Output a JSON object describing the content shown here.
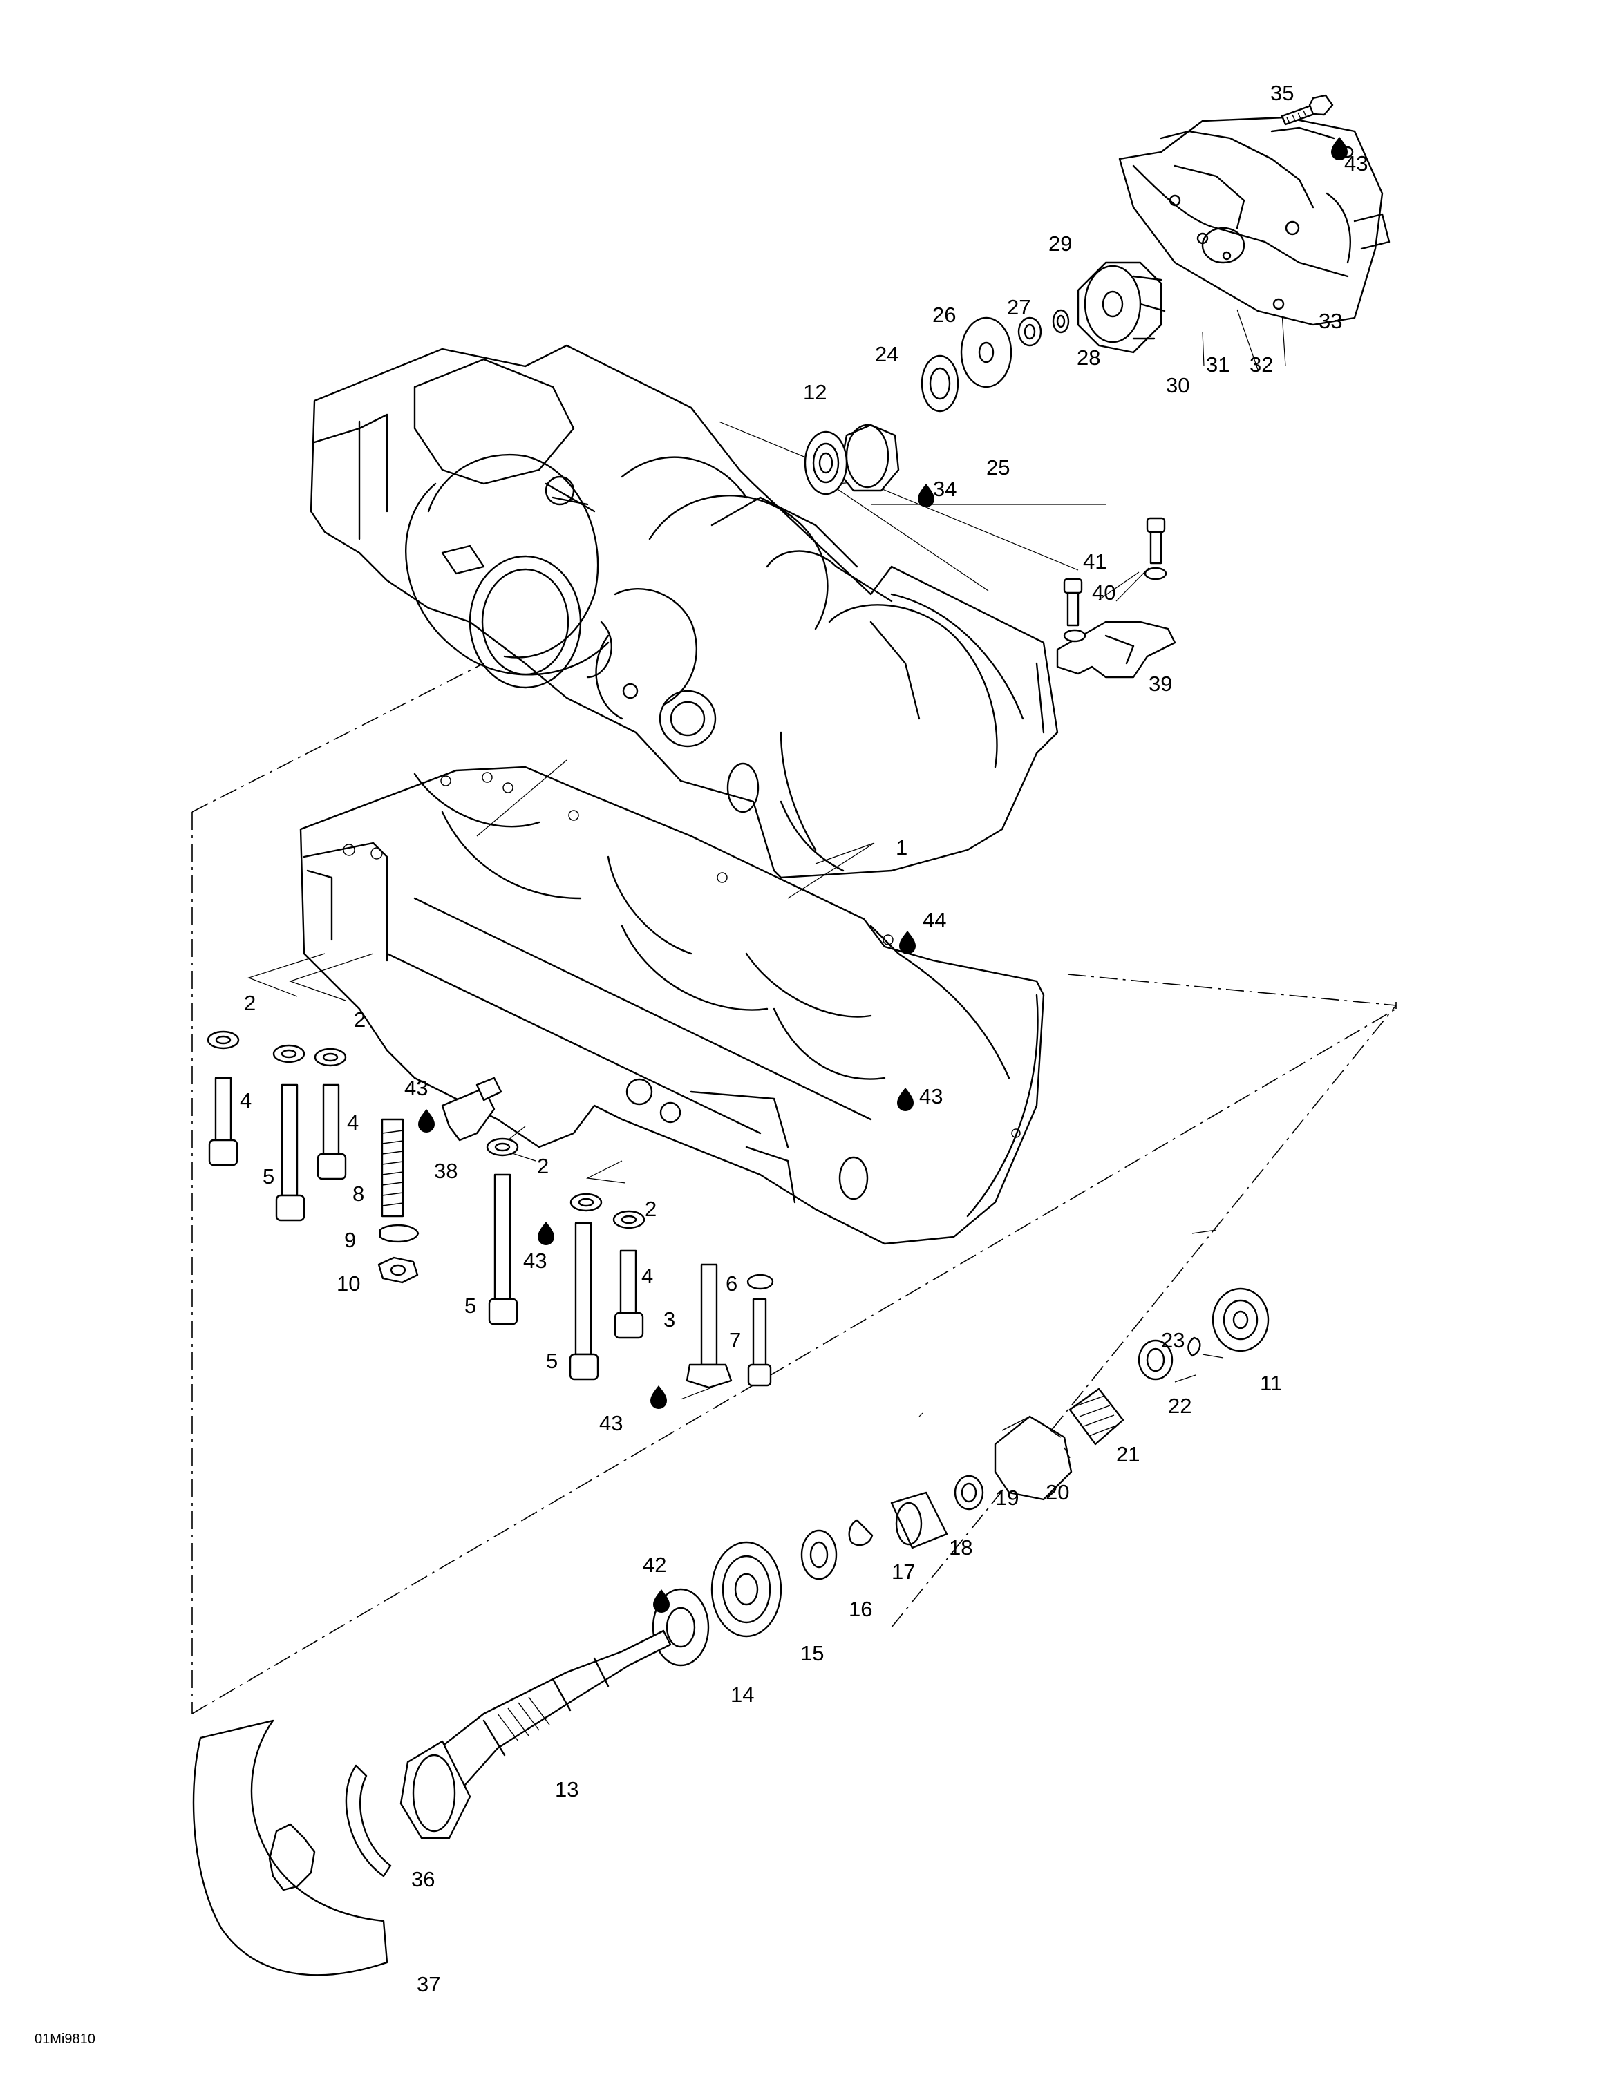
{
  "diagram": {
    "type": "exploded-parts-view",
    "reference_code": "01Mi9810",
    "callouts": [
      {
        "id": "c1",
        "label": "1"
      },
      {
        "id": "c2a",
        "label": "2"
      },
      {
        "id": "c2b",
        "label": "2"
      },
      {
        "id": "c2c",
        "label": "2"
      },
      {
        "id": "c2d",
        "label": "2"
      },
      {
        "id": "c3",
        "label": "3"
      },
      {
        "id": "c4a",
        "label": "4"
      },
      {
        "id": "c4b",
        "label": "4"
      },
      {
        "id": "c4c",
        "label": "4"
      },
      {
        "id": "c5a",
        "label": "5"
      },
      {
        "id": "c5b",
        "label": "5"
      },
      {
        "id": "c5c",
        "label": "5"
      },
      {
        "id": "c6",
        "label": "6"
      },
      {
        "id": "c7",
        "label": "7"
      },
      {
        "id": "c8",
        "label": "8"
      },
      {
        "id": "c9",
        "label": "9"
      },
      {
        "id": "c10",
        "label": "10"
      },
      {
        "id": "c11",
        "label": "11"
      },
      {
        "id": "c12",
        "label": "12"
      },
      {
        "id": "c13",
        "label": "13"
      },
      {
        "id": "c14",
        "label": "14"
      },
      {
        "id": "c15",
        "label": "15"
      },
      {
        "id": "c16",
        "label": "16"
      },
      {
        "id": "c17",
        "label": "17"
      },
      {
        "id": "c18",
        "label": "18"
      },
      {
        "id": "c19",
        "label": "19"
      },
      {
        "id": "c20",
        "label": "20"
      },
      {
        "id": "c21",
        "label": "21"
      },
      {
        "id": "c22",
        "label": "22"
      },
      {
        "id": "c23",
        "label": "23"
      },
      {
        "id": "c24",
        "label": "24"
      },
      {
        "id": "c25",
        "label": "25"
      },
      {
        "id": "c26",
        "label": "26"
      },
      {
        "id": "c27",
        "label": "27"
      },
      {
        "id": "c28",
        "label": "28"
      },
      {
        "id": "c29",
        "label": "29"
      },
      {
        "id": "c30",
        "label": "30"
      },
      {
        "id": "c31",
        "label": "31"
      },
      {
        "id": "c32",
        "label": "32"
      },
      {
        "id": "c33",
        "label": "33"
      },
      {
        "id": "c34",
        "label": "34"
      },
      {
        "id": "c35",
        "label": "35"
      },
      {
        "id": "c36",
        "label": "36"
      },
      {
        "id": "c37",
        "label": "37"
      },
      {
        "id": "c38",
        "label": "38"
      },
      {
        "id": "c39",
        "label": "39"
      },
      {
        "id": "c40",
        "label": "40"
      },
      {
        "id": "c41",
        "label": "41"
      },
      {
        "id": "c42",
        "label": "42"
      },
      {
        "id": "c43a",
        "label": "43"
      },
      {
        "id": "c43b",
        "label": "43"
      },
      {
        "id": "c43c",
        "label": "43"
      },
      {
        "id": "c43d",
        "label": "43"
      },
      {
        "id": "c43e",
        "label": "43"
      },
      {
        "id": "c44",
        "label": "44"
      }
    ]
  }
}
